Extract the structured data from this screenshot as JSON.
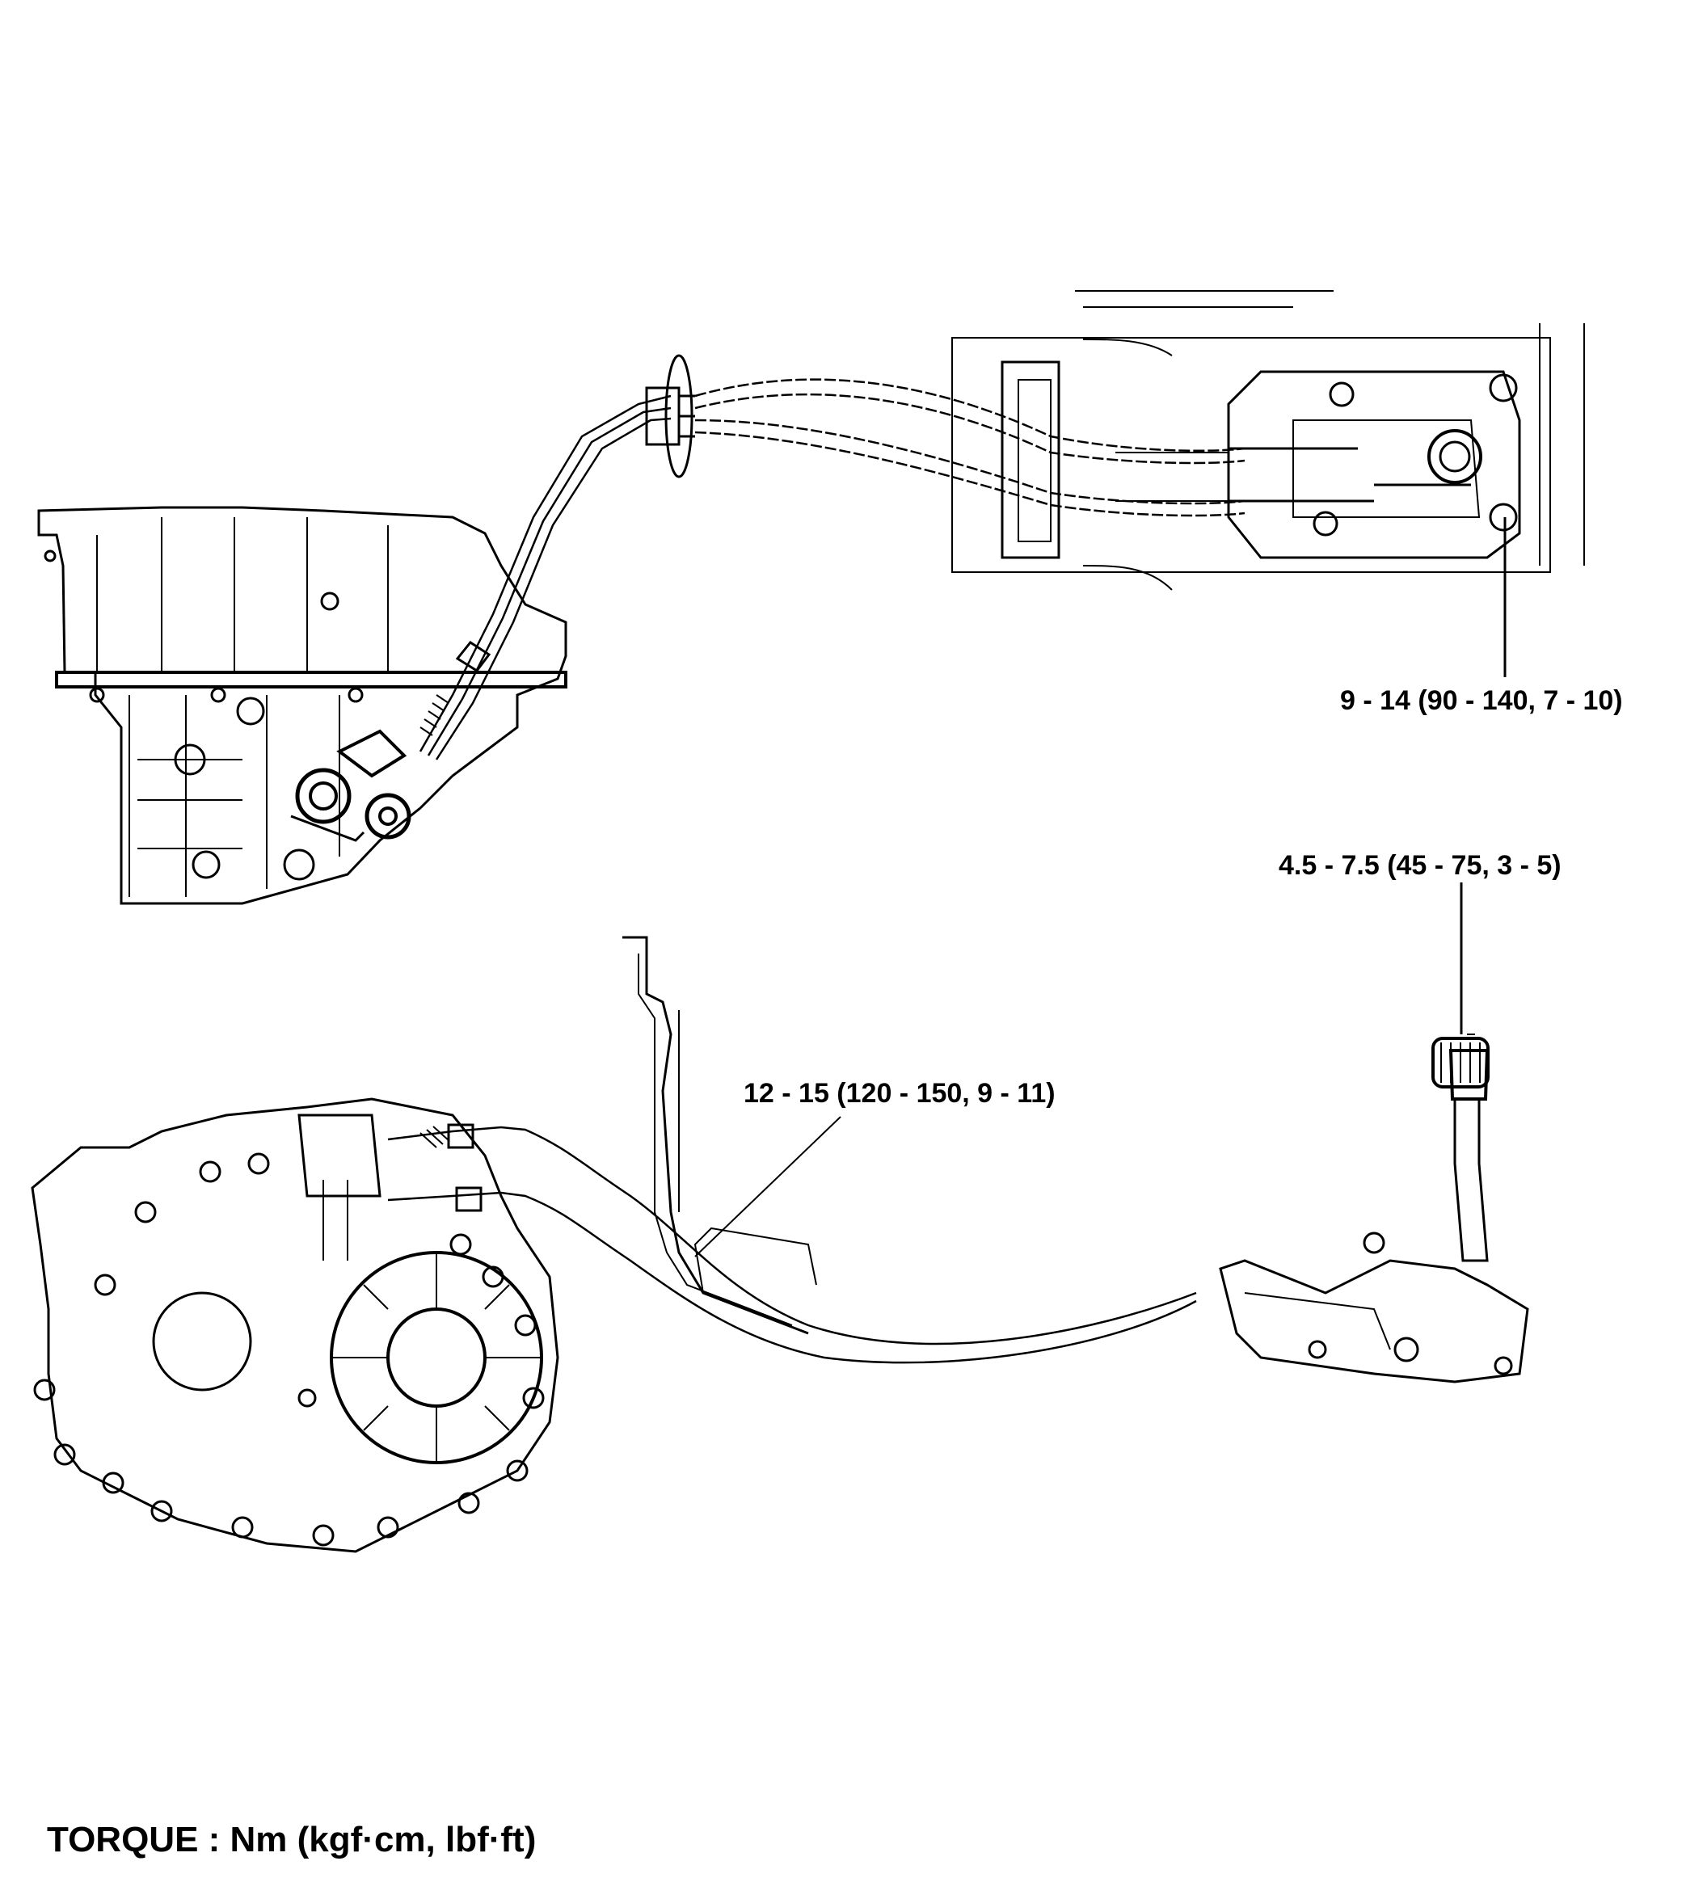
{
  "torque_labels": {
    "shifter_housing_bolt": "9 - 14 (90 - 140, 7 - 10)",
    "shift_knob": "4.5 - 7.5 (45 - 75, 3 - 5)",
    "cable_bracket_bolt": "12 - 15 (120 - 150, 9 - 11)"
  },
  "legend": "TORQUE : Nm (kgf·cm, lbf·ft)",
  "colors": {
    "line": "#000000",
    "background": "#ffffff"
  }
}
